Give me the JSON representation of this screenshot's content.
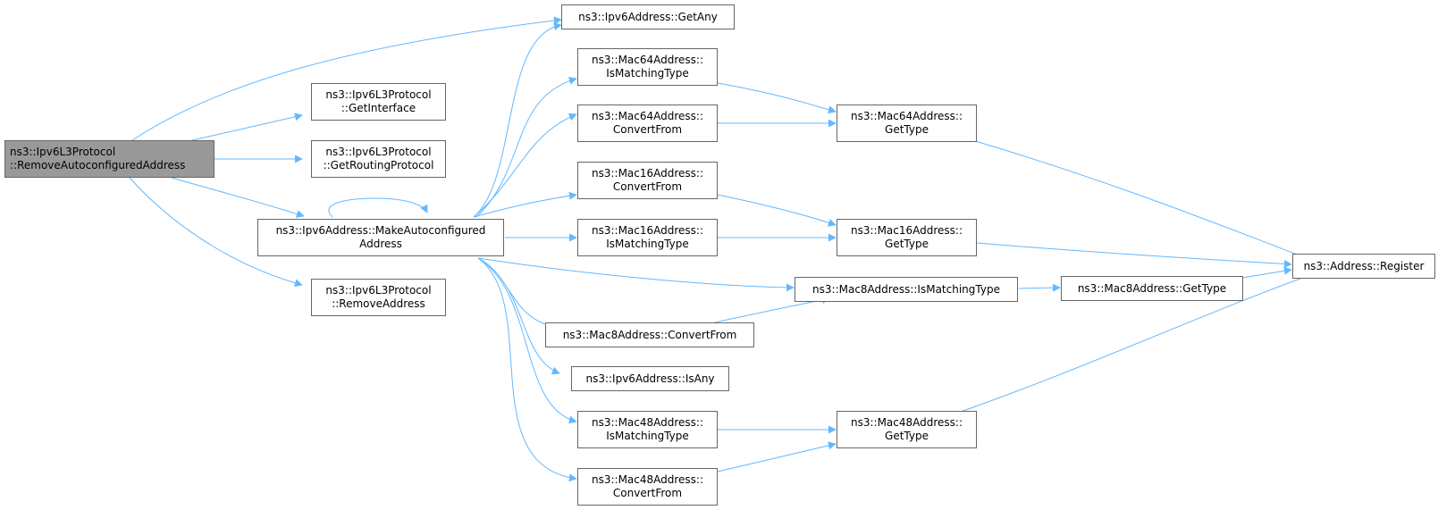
{
  "colors": {
    "edge": "#63b8ff",
    "node_border": "#666666",
    "root_fill": "#999999",
    "node_fill": "#ffffff"
  },
  "nodes": {
    "root": {
      "l1": "ns3::Ipv6L3Protocol",
      "l2": "::RemoveAutoconfiguredAddress"
    },
    "ipv6_getany": {
      "l1": "ns3::Ipv6Address::GetAny"
    },
    "get_interface": {
      "l1": "ns3::Ipv6L3Protocol",
      "l2": "::GetInterface"
    },
    "get_routing": {
      "l1": "ns3::Ipv6L3Protocol",
      "l2": "::GetRoutingProtocol"
    },
    "make_autoconf": {
      "l1": "ns3::Ipv6Address::MakeAutoconfigured",
      "l2": "Address"
    },
    "remove_address": {
      "l1": "ns3::Ipv6L3Protocol",
      "l2": "::RemoveAddress"
    },
    "mac64_ismatch": {
      "l1": "ns3::Mac64Address::",
      "l2": "IsMatchingType"
    },
    "mac64_convert": {
      "l1": "ns3::Mac64Address::",
      "l2": "ConvertFrom"
    },
    "mac16_convert": {
      "l1": "ns3::Mac16Address::",
      "l2": "ConvertFrom"
    },
    "mac16_ismatch": {
      "l1": "ns3::Mac16Address::",
      "l2": "IsMatchingType"
    },
    "mac8_ismatch": {
      "l1": "ns3::Mac8Address::IsMatchingType"
    },
    "mac8_convert": {
      "l1": "ns3::Mac8Address::ConvertFrom"
    },
    "ipv6_isany": {
      "l1": "ns3::Ipv6Address::IsAny"
    },
    "mac48_ismatch": {
      "l1": "ns3::Mac48Address::",
      "l2": "IsMatchingType"
    },
    "mac48_convert": {
      "l1": "ns3::Mac48Address::",
      "l2": "ConvertFrom"
    },
    "mac64_gettype": {
      "l1": "ns3::Mac64Address::",
      "l2": "GetType"
    },
    "mac16_gettype": {
      "l1": "ns3::Mac16Address::",
      "l2": "GetType"
    },
    "mac8_gettype": {
      "l1": "ns3::Mac8Address::GetType"
    },
    "mac48_gettype": {
      "l1": "ns3::Mac48Address::",
      "l2": "GetType"
    },
    "address_register": {
      "l1": "ns3::Address::Register"
    }
  }
}
